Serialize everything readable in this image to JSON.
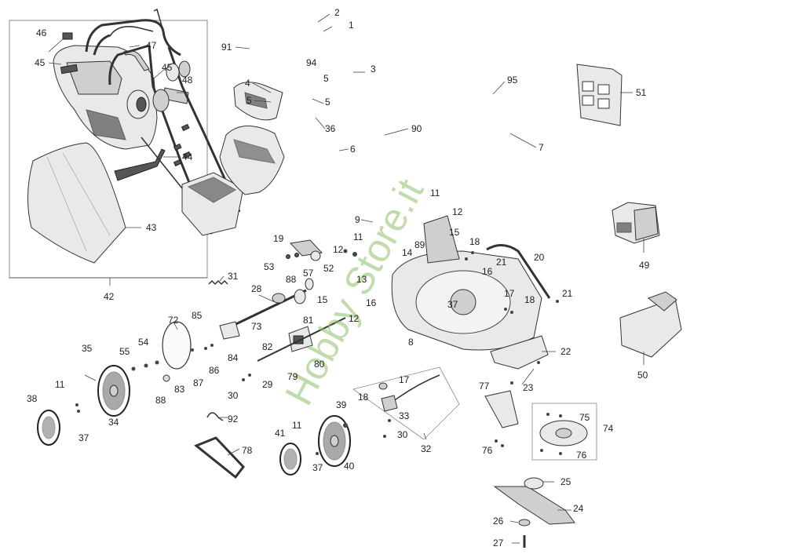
{
  "watermark": "Hobby Store.it",
  "callouts": [
    {
      "id": "c1",
      "text": "1"
    },
    {
      "id": "c2",
      "text": "2"
    },
    {
      "id": "c3",
      "text": "3"
    },
    {
      "id": "c4",
      "text": "4"
    },
    {
      "id": "c5a",
      "text": "5"
    },
    {
      "id": "c5b",
      "text": "5"
    },
    {
      "id": "c5c",
      "text": "5"
    },
    {
      "id": "c6",
      "text": "6"
    },
    {
      "id": "c7",
      "text": "7"
    },
    {
      "id": "c8",
      "text": "8"
    },
    {
      "id": "c9",
      "text": "9"
    },
    {
      "id": "c11a",
      "text": "11"
    },
    {
      "id": "c11b",
      "text": "11"
    },
    {
      "id": "c11c",
      "text": "11"
    },
    {
      "id": "c11d",
      "text": "11"
    },
    {
      "id": "c12a",
      "text": "12"
    },
    {
      "id": "c12b",
      "text": "12"
    },
    {
      "id": "c12c",
      "text": "12"
    },
    {
      "id": "c13",
      "text": "13"
    },
    {
      "id": "c14",
      "text": "14"
    },
    {
      "id": "c15a",
      "text": "15"
    },
    {
      "id": "c15b",
      "text": "15"
    },
    {
      "id": "c16a",
      "text": "16"
    },
    {
      "id": "c16b",
      "text": "16"
    },
    {
      "id": "c17a",
      "text": "17"
    },
    {
      "id": "c17b",
      "text": "17"
    },
    {
      "id": "c18a",
      "text": "18"
    },
    {
      "id": "c18b",
      "text": "18"
    },
    {
      "id": "c18c",
      "text": "18"
    },
    {
      "id": "c19",
      "text": "19"
    },
    {
      "id": "c20",
      "text": "20"
    },
    {
      "id": "c21a",
      "text": "21"
    },
    {
      "id": "c21b",
      "text": "21"
    },
    {
      "id": "c22",
      "text": "22"
    },
    {
      "id": "c23",
      "text": "23"
    },
    {
      "id": "c24",
      "text": "24"
    },
    {
      "id": "c25",
      "text": "25"
    },
    {
      "id": "c26",
      "text": "26"
    },
    {
      "id": "c27",
      "text": "27"
    },
    {
      "id": "c28",
      "text": "28"
    },
    {
      "id": "c29",
      "text": "29"
    },
    {
      "id": "c30a",
      "text": "30"
    },
    {
      "id": "c30b",
      "text": "30"
    },
    {
      "id": "c31",
      "text": "31"
    },
    {
      "id": "c32",
      "text": "32"
    },
    {
      "id": "c33",
      "text": "33"
    },
    {
      "id": "c34",
      "text": "34"
    },
    {
      "id": "c35",
      "text": "35"
    },
    {
      "id": "c36",
      "text": "36"
    },
    {
      "id": "c37a",
      "text": "37"
    },
    {
      "id": "c37b",
      "text": "37"
    },
    {
      "id": "c37c",
      "text": "37"
    },
    {
      "id": "c38",
      "text": "38"
    },
    {
      "id": "c39",
      "text": "39"
    },
    {
      "id": "c40",
      "text": "40"
    },
    {
      "id": "c41",
      "text": "41"
    },
    {
      "id": "c42",
      "text": "42"
    },
    {
      "id": "c43",
      "text": "43"
    },
    {
      "id": "c44",
      "text": "44"
    },
    {
      "id": "c45a",
      "text": "45"
    },
    {
      "id": "c45b",
      "text": "45"
    },
    {
      "id": "c46",
      "text": "46"
    },
    {
      "id": "c47",
      "text": "47"
    },
    {
      "id": "c48",
      "text": "48"
    },
    {
      "id": "c49",
      "text": "49"
    },
    {
      "id": "c50",
      "text": "50"
    },
    {
      "id": "c51",
      "text": "51"
    },
    {
      "id": "c52",
      "text": "52"
    },
    {
      "id": "c53",
      "text": "53"
    },
    {
      "id": "c54",
      "text": "54"
    },
    {
      "id": "c55",
      "text": "55"
    },
    {
      "id": "c57",
      "text": "57"
    },
    {
      "id": "c72",
      "text": "72"
    },
    {
      "id": "c73",
      "text": "73"
    },
    {
      "id": "c74",
      "text": "74"
    },
    {
      "id": "c75",
      "text": "75"
    },
    {
      "id": "c76a",
      "text": "76"
    },
    {
      "id": "c76b",
      "text": "76"
    },
    {
      "id": "c77",
      "text": "77"
    },
    {
      "id": "c78",
      "text": "78"
    },
    {
      "id": "c79",
      "text": "79"
    },
    {
      "id": "c80",
      "text": "80"
    },
    {
      "id": "c81",
      "text": "81"
    },
    {
      "id": "c82",
      "text": "82"
    },
    {
      "id": "c83",
      "text": "83"
    },
    {
      "id": "c84",
      "text": "84"
    },
    {
      "id": "c85",
      "text": "85"
    },
    {
      "id": "c86",
      "text": "86"
    },
    {
      "id": "c87",
      "text": "87"
    },
    {
      "id": "c88a",
      "text": "88"
    },
    {
      "id": "c88b",
      "text": "88"
    },
    {
      "id": "c89",
      "text": "89"
    },
    {
      "id": "c90",
      "text": "90"
    },
    {
      "id": "c91",
      "text": "91"
    },
    {
      "id": "c92",
      "text": "92"
    },
    {
      "id": "c94",
      "text": "94"
    },
    {
      "id": "c95",
      "text": "95"
    }
  ]
}
